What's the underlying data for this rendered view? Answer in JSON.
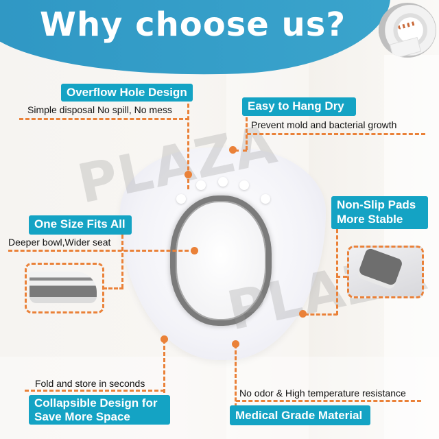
{
  "header": {
    "title": "Why choose us?",
    "banner_color": "#3aa0c9"
  },
  "watermark": "PLAZA",
  "features": [
    {
      "title": "Overflow Hole Design",
      "description": "Simple disposal No spill, No mess"
    },
    {
      "title": "Easy to Hang Dry",
      "description": "Prevent mold and bacterial growth"
    },
    {
      "title": "One Size Fits All",
      "description": "Deeper bowl,Wider seat"
    },
    {
      "title": "Non-Slip Pads More Stable",
      "title_lines": [
        "Non-Slip Pads",
        "More Stable"
      ],
      "description": ""
    },
    {
      "title": "Collapsible Design for Save More Space",
      "title_lines": [
        "Collapsible Design for",
        "Save More Space"
      ],
      "description": "Fold and store in seconds"
    },
    {
      "title": "Medical Grade Material",
      "description": "No odor & High temperature resistance"
    }
  ],
  "colors": {
    "label_bg": "#14a3c4",
    "callout_line": "#ea8138",
    "text": "#111111"
  }
}
